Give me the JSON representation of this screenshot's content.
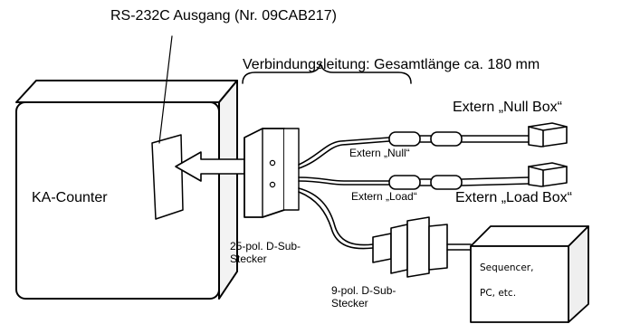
{
  "labels": {
    "rs232_output": "RS-232C Ausgang (Nr. 09CAB217)",
    "cable_length": "Verbindungsleitung: Gesamtlänge ca. 180 mm",
    "extern_null_box": "Extern „Null Box“",
    "extern_null": "Extern „Null“",
    "extern_load": "Extern „Load“",
    "extern_load_box": "Extern „Load Box“",
    "ka_counter": "KA-Counter",
    "dsub25_line1": "25-pol. D-Sub-",
    "dsub25_line2": "Stecker",
    "dsub9_line1": "9-pol. D-Sub-",
    "dsub9_line2": "Stecker",
    "sequencer_line1": "Sequencer,",
    "sequencer_line2": "PC, etc."
  }
}
